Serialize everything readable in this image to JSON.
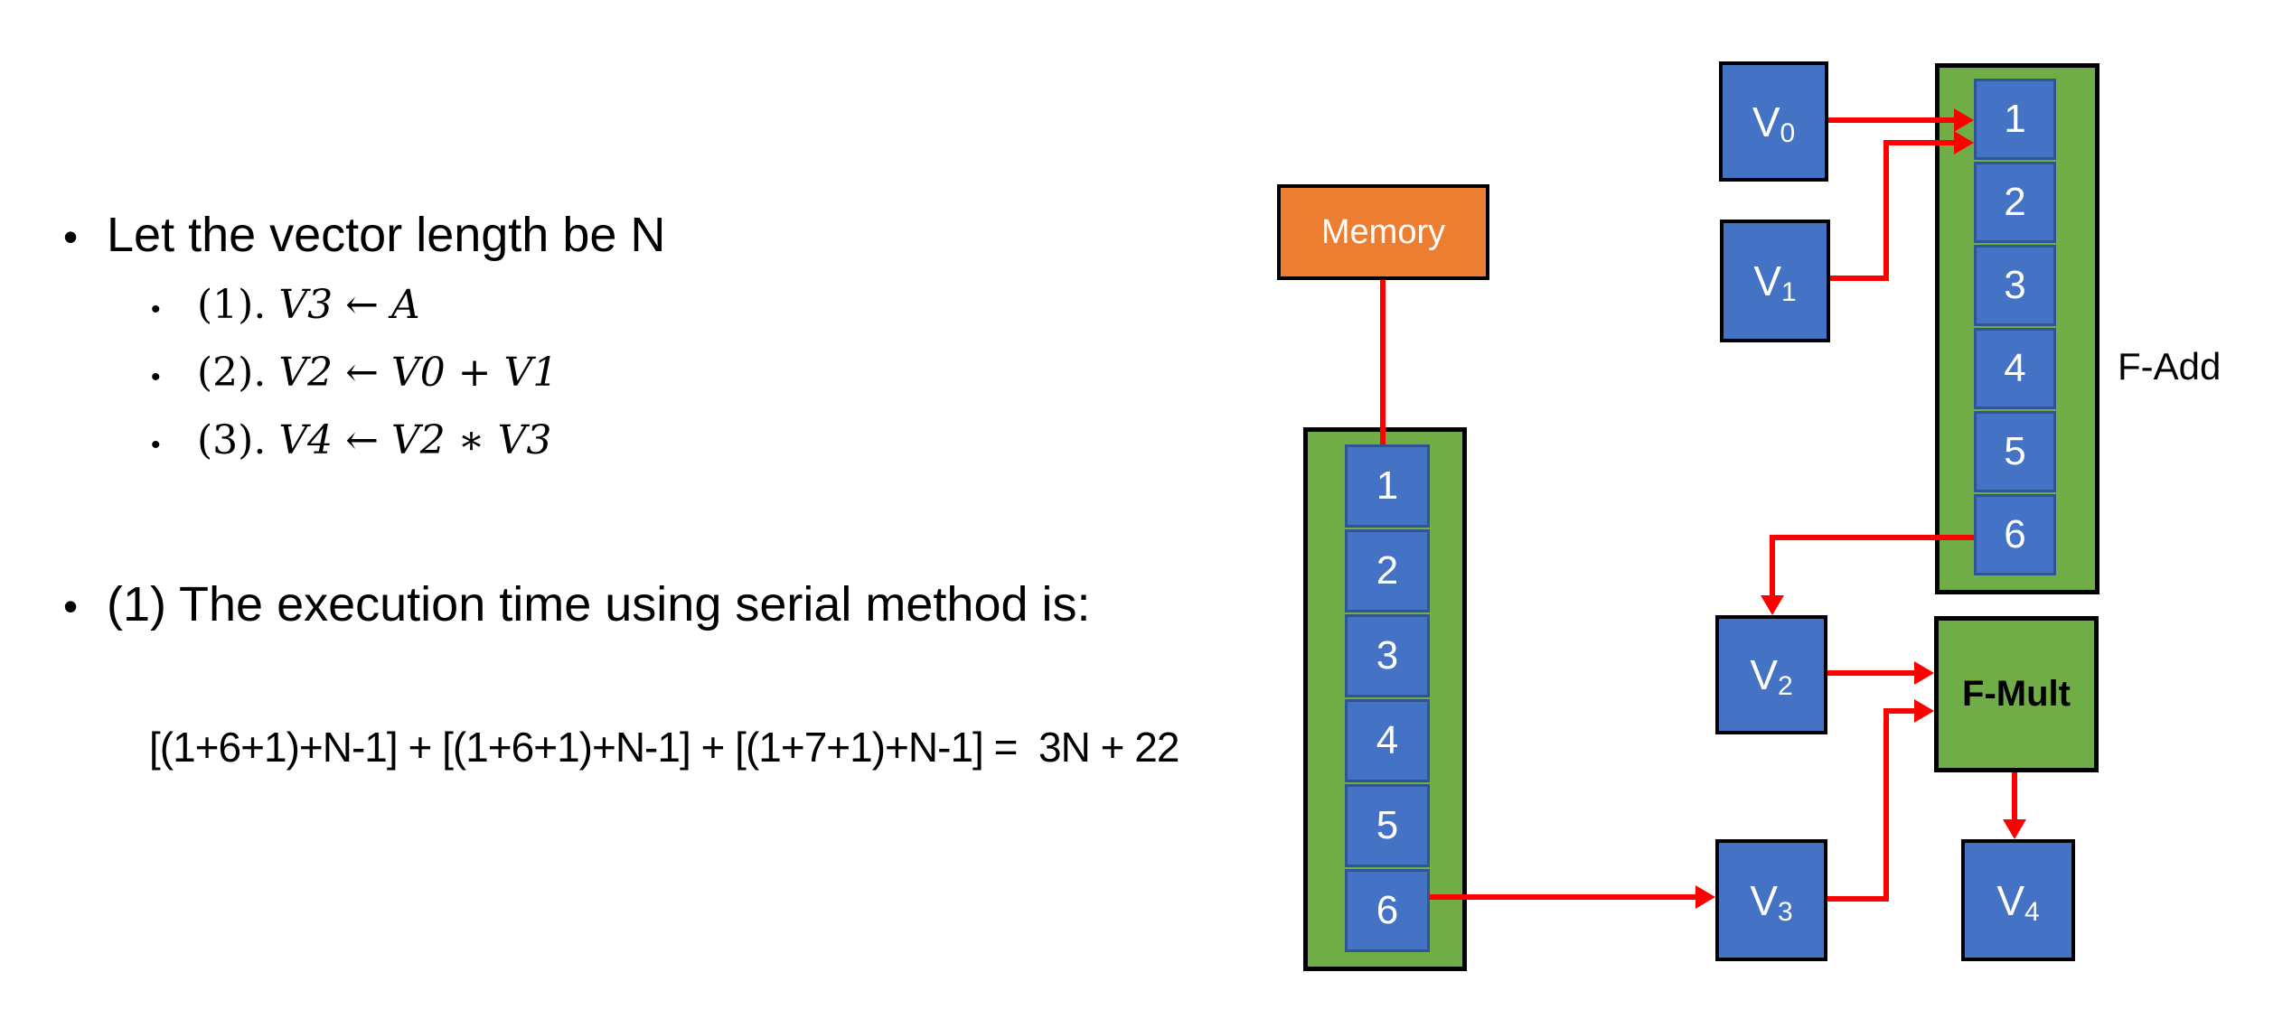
{
  "colors": {
    "register_blue": "#4472C4",
    "pipeline_green": "#70AD47",
    "memory_orange": "#ED7D31",
    "arrow_red": "#FF0000",
    "cell_border_blue": "#2F5597",
    "text_black": "#000000"
  },
  "text": {
    "bullet_marker": "•",
    "sub_bullet_marker": "•",
    "bullet1": "Let the vector length be N",
    "sub_items": [
      {
        "prefix": "(1).",
        "math": "V3 ← A"
      },
      {
        "prefix": "(2).",
        "math": "V2 ← V0 + V1"
      },
      {
        "prefix": "(3).",
        "math": "V4 ← V2 ∗ V3"
      }
    ],
    "bullet2": "(1) The execution time using serial method is:",
    "formula": "[(1+6+1)+N-1] + [(1+6+1)+N-1] + [(1+7+1)+N-1] =  3N + 22"
  },
  "diagram": {
    "memory_label": "Memory",
    "mem_pipeline": {
      "cells": [
        "1",
        "2",
        "3",
        "4",
        "5",
        "6"
      ]
    },
    "fadd_pipeline": {
      "cells": [
        "1",
        "2",
        "3",
        "4",
        "5",
        "6"
      ],
      "label": "F-Add"
    },
    "fmult_label": "F-Mult",
    "registers": {
      "v0": {
        "base": "V",
        "sub": "0"
      },
      "v1": {
        "base": "V",
        "sub": "1"
      },
      "v2": {
        "base": "V",
        "sub": "2"
      },
      "v3": {
        "base": "V",
        "sub": "3"
      },
      "v4": {
        "base": "V",
        "sub": "4"
      }
    }
  }
}
